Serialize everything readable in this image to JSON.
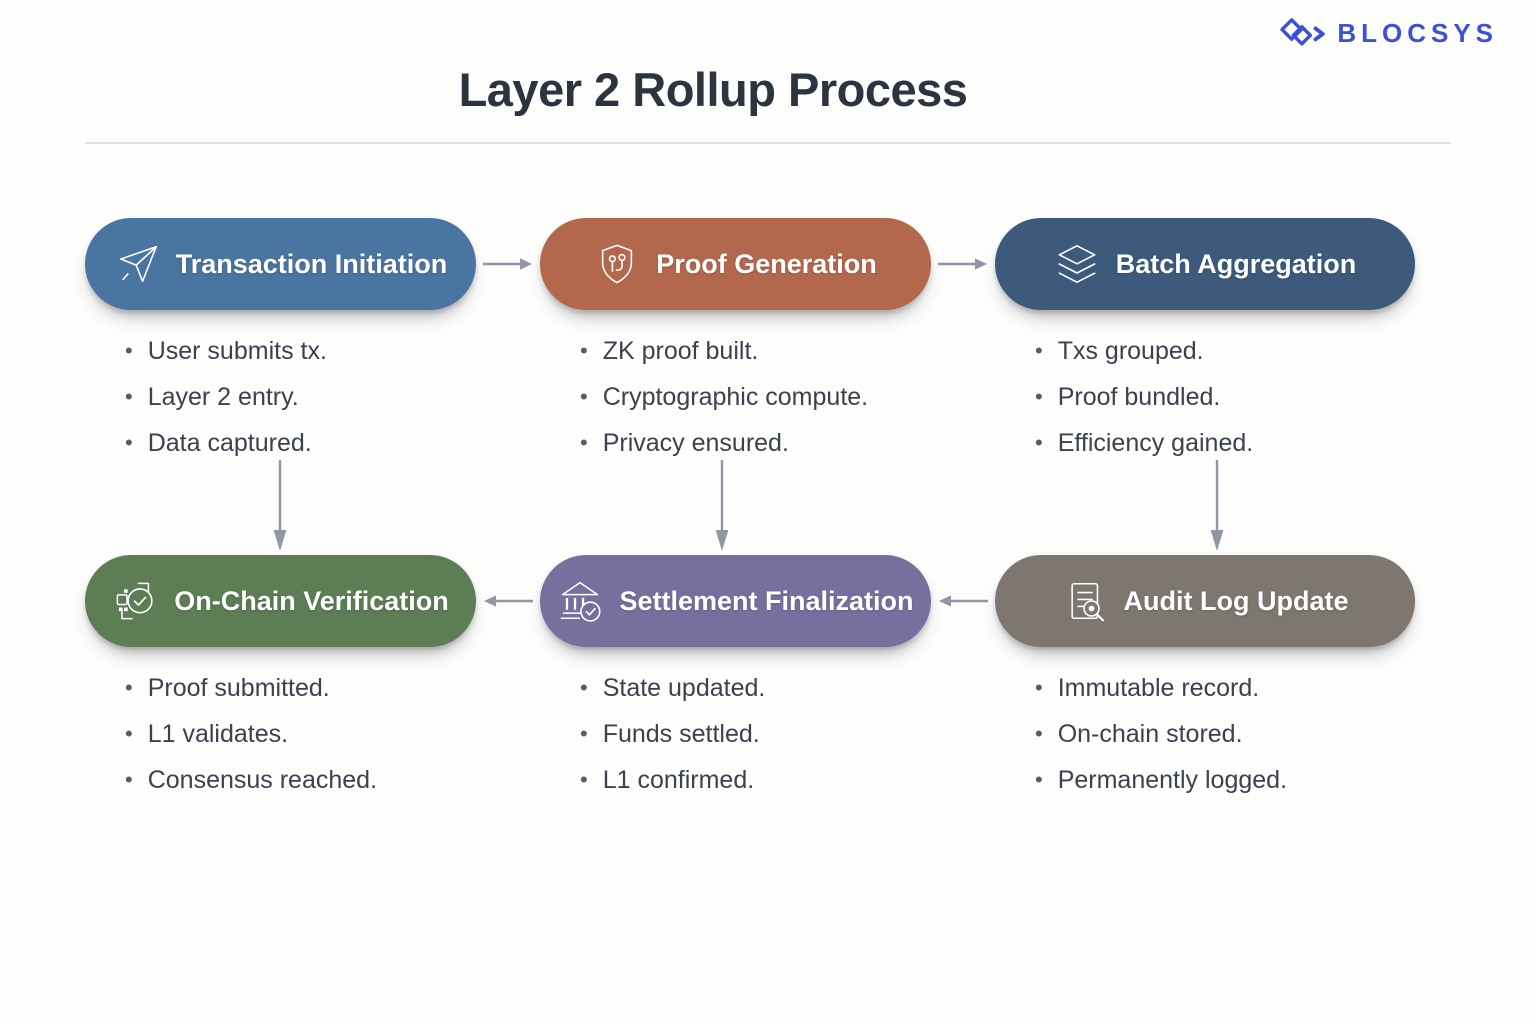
{
  "brand": {
    "name": "BLOCSYS",
    "color": "#3b4fd8"
  },
  "header": {
    "title": "Layer 2 Rollup Process"
  },
  "flow": {
    "arrow_color": "#9196a4",
    "stages": [
      {
        "label": "Transaction Initiation",
        "icon": "paper-plane-icon",
        "color": "#4a74a1",
        "bullets": [
          "User submits tx.",
          "Layer 2 entry.",
          "Data captured."
        ]
      },
      {
        "label": "Proof Generation",
        "icon": "shield-circuit-icon",
        "color": "#b3684e",
        "bullets": [
          "ZK proof built.",
          "Cryptographic compute.",
          "Privacy ensured."
        ]
      },
      {
        "label": "Batch Aggregation",
        "icon": "layers-stack-icon",
        "color": "#3d5a7d",
        "bullets": [
          "Txs grouped.",
          "Proof bundled.",
          "Efficiency gained."
        ]
      },
      {
        "label": "On-Chain Verification",
        "icon": "blocks-check-icon",
        "color": "#5d7d54",
        "bullets": [
          "Proof submitted.",
          "L1 validates.",
          "Consensus reached."
        ]
      },
      {
        "label": "Settlement Finalization",
        "icon": "bank-check-icon",
        "color": "#75709e",
        "bullets": [
          "State updated.",
          "Funds settled.",
          "L1 confirmed."
        ]
      },
      {
        "label": "Audit Log Update",
        "icon": "document-search-icon",
        "color": "#7d7770",
        "bullets": [
          "Immutable record.",
          "On-chain stored.",
          "Permanently logged."
        ]
      }
    ]
  }
}
